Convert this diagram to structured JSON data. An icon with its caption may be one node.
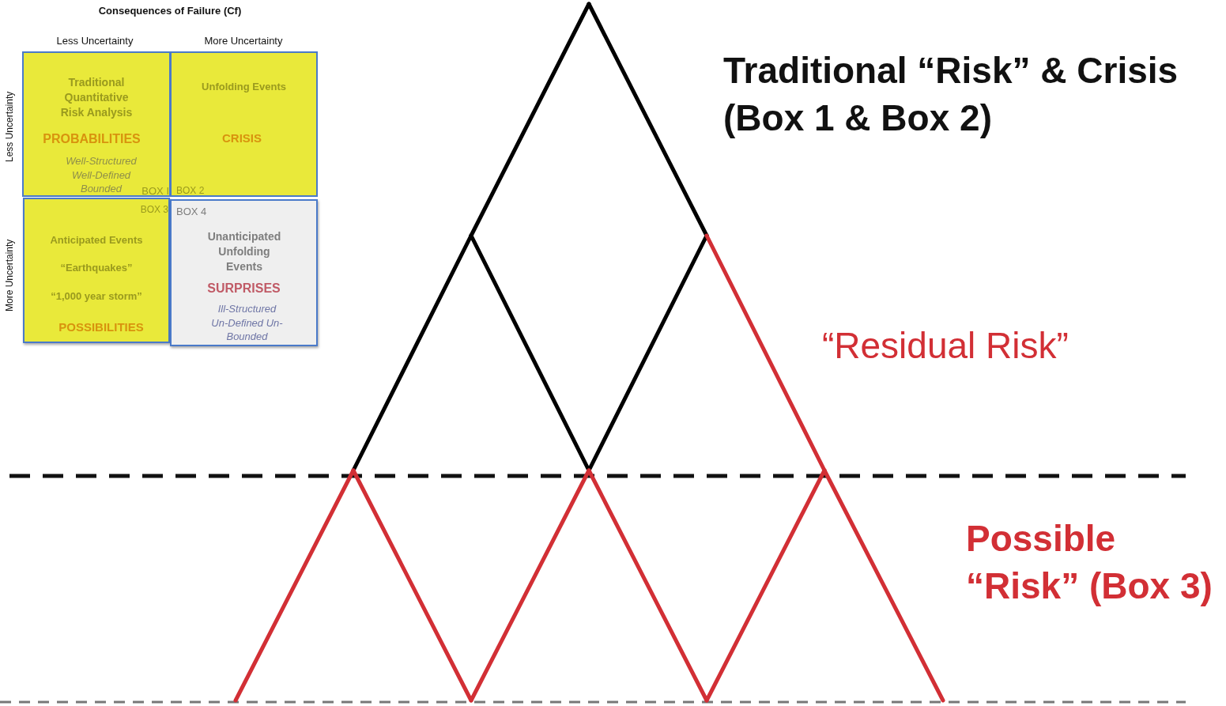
{
  "diagram": {
    "nodes": [
      {
        "text": [
          "Traditional Quantitative Risk Analysis",
          "PROBABILITIES",
          "Well-Structured Well-Defined Bounded",
          "BOX I"
        ]
      },
      {
        "text": [
          "Unfolding Events",
          "CRISIS",
          "BOX 2"
        ]
      },
      {
        "text": [
          "BOX 3",
          "Anticipated Events",
          "“Earthquakes”",
          "“1,000 year storm”",
          "POSSIBILITIES"
        ]
      },
      {
        "text": [
          "BOX 4",
          "Unanticipated Unfolding Events",
          "SURPRISES",
          "Ill-Structured Un-Defined Un-Bounded"
        ]
      }
    ],
    "edges": [],
    "labels": [
      "Consequences of Failure (Cf)",
      "Less Uncertainty",
      "More Uncertainty",
      "Less Uncertainty",
      "More Uncertainty",
      "Traditional “Risk” & Crisis (Box 1 & Box 2)",
      "“Residual Risk”",
      "Possible “Risk” (Box 3)"
    ]
  }
}
